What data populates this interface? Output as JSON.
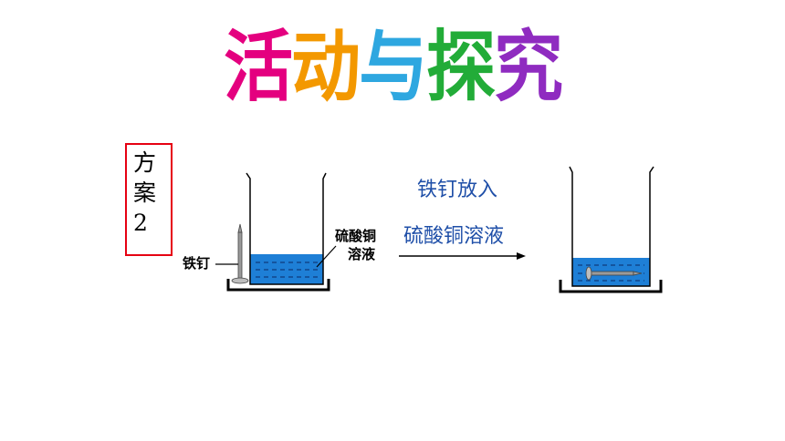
{
  "title": {
    "chars": [
      "活",
      "动",
      "与",
      "探",
      "究"
    ],
    "colors": [
      "#e4007f",
      "#f39800",
      "#2ea7e0",
      "#22ac38",
      "#8f2bc0"
    ]
  },
  "plan": {
    "line1": "方",
    "line2": "案",
    "line3": "2"
  },
  "beaker_left": {
    "nail_label": "铁钉",
    "solution_label_1": "硫酸铜",
    "solution_label_2": "溶液"
  },
  "arrow": {
    "line1": "铁钉放入",
    "line2": "硫酸铜溶液"
  },
  "colors": {
    "liquid": "#1e7fd6",
    "plan_border": "#e60012",
    "caption": "#1f4fa8"
  }
}
